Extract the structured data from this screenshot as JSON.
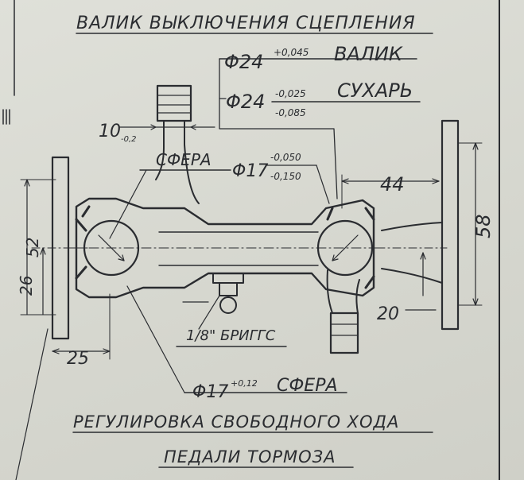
{
  "title": "ВАЛИК ВЫКЛЮЧЕНИЯ СЦЕПЛЕНИЯ",
  "fit_shaft": {
    "base": "Φ24",
    "upper": "+0,045",
    "name": "ВАЛИК"
  },
  "fit_block": {
    "base": "Φ24",
    "upper": "-0,025",
    "lower": "-0,085",
    "name": "СУХАРЬ"
  },
  "dim_boss": {
    "base": "10",
    "tol": "-0,2"
  },
  "label_sphere_top": "СФЕРА",
  "dim_bore": {
    "base": "Φ17",
    "upper": "-0,050",
    "lower": "-0,150"
  },
  "dim_44": "44",
  "dim_58": "58",
  "dim_52": "52",
  "dim_26": "26",
  "dim_20": "20",
  "dim_25": "25",
  "label_grease": "1/8\" БРИГГС",
  "sphere_fit": {
    "base": "Φ17",
    "tol": "+0,12",
    "name": "СФЕРА"
  },
  "caption_line1": "РЕГУЛИРОВКА СВОБОДНОГО ХОДА",
  "caption_line2": "ПЕДАЛИ ТОРМОЗА",
  "colors": {
    "paper": "#d8d9d2",
    "ink": "#2a2c30"
  }
}
